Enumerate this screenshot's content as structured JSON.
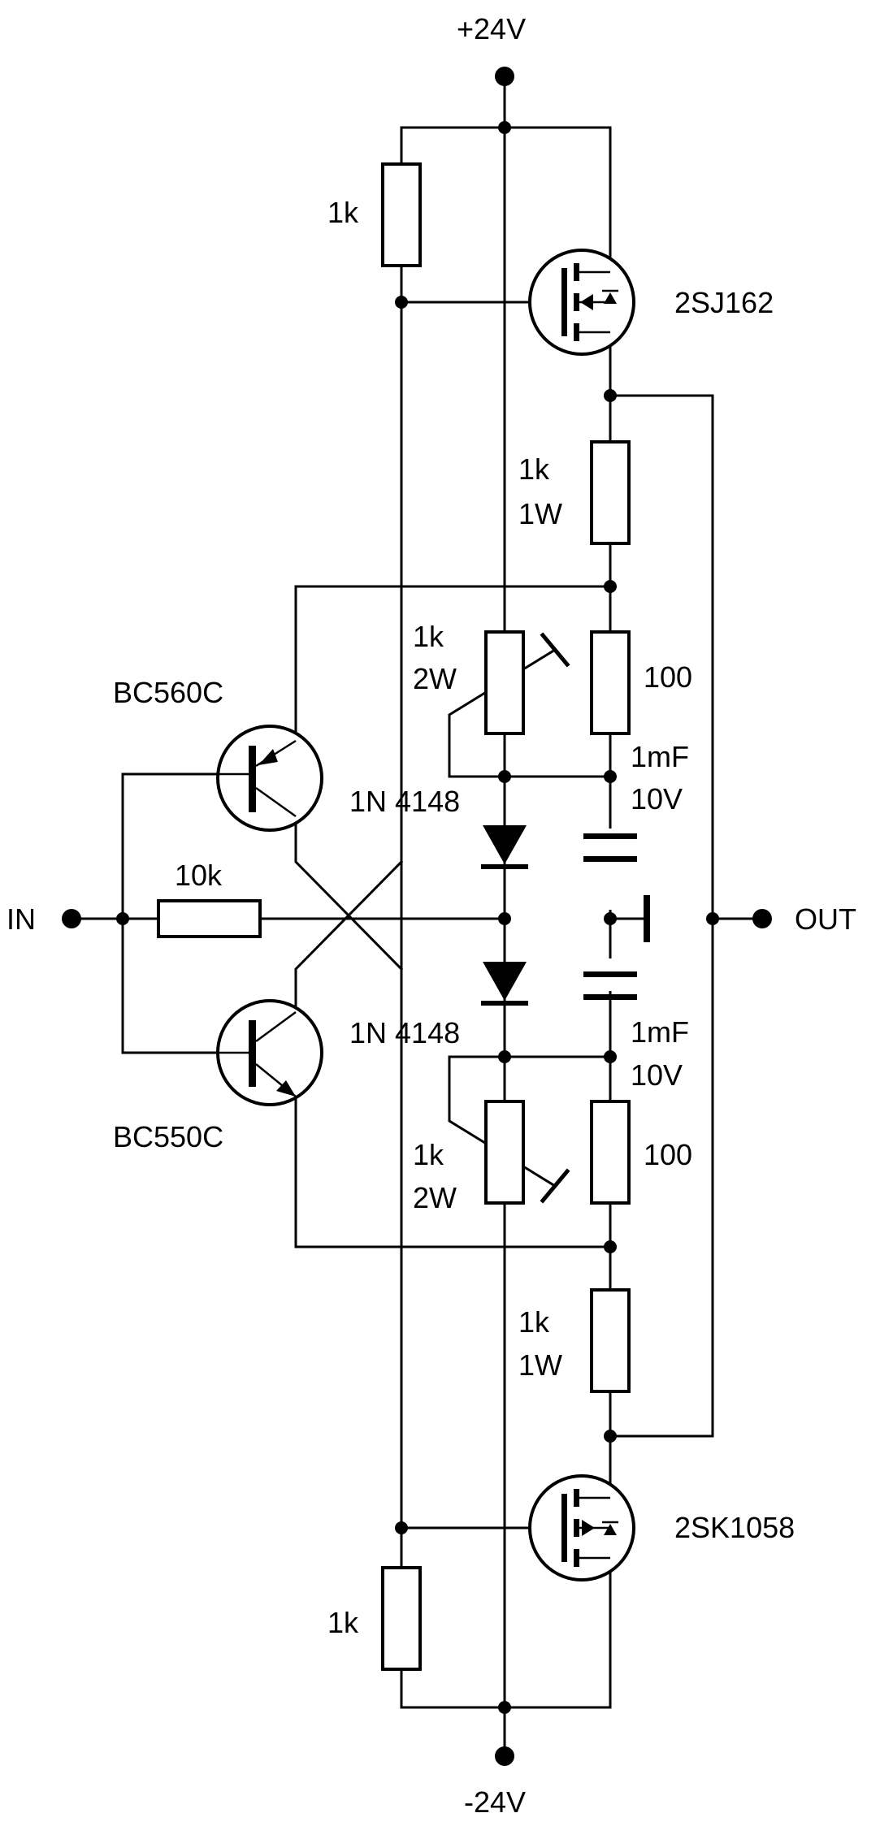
{
  "rails": {
    "positive": "+24V",
    "negative": "-24V"
  },
  "terminals": {
    "input": "IN",
    "output": "OUT"
  },
  "transistors": {
    "q_pnp": "BC560C",
    "q_npn": "BC550C",
    "mosfet_p": "2SJ162",
    "mosfet_n": "2SK1058"
  },
  "resistors": {
    "r_input": "10k",
    "r_top_bias": "1k",
    "r_bottom_bias": "1k",
    "r_top_1w_value": "1k",
    "r_top_1w_power": "1W",
    "r_bottom_1w_value": "1k",
    "r_bottom_1w_power": "1W",
    "pot_top_value": "1k",
    "pot_top_power": "2W",
    "pot_bottom_value": "1k",
    "pot_bottom_power": "2W",
    "r_top_100": "100",
    "r_bottom_100": "100"
  },
  "diodes": {
    "d_top": "1N 4148",
    "d_bottom": "1N 4148"
  },
  "capacitors": {
    "c_top_value": "1mF",
    "c_top_voltage": "10V",
    "c_bottom_value": "1mF",
    "c_bottom_voltage": "10V"
  }
}
